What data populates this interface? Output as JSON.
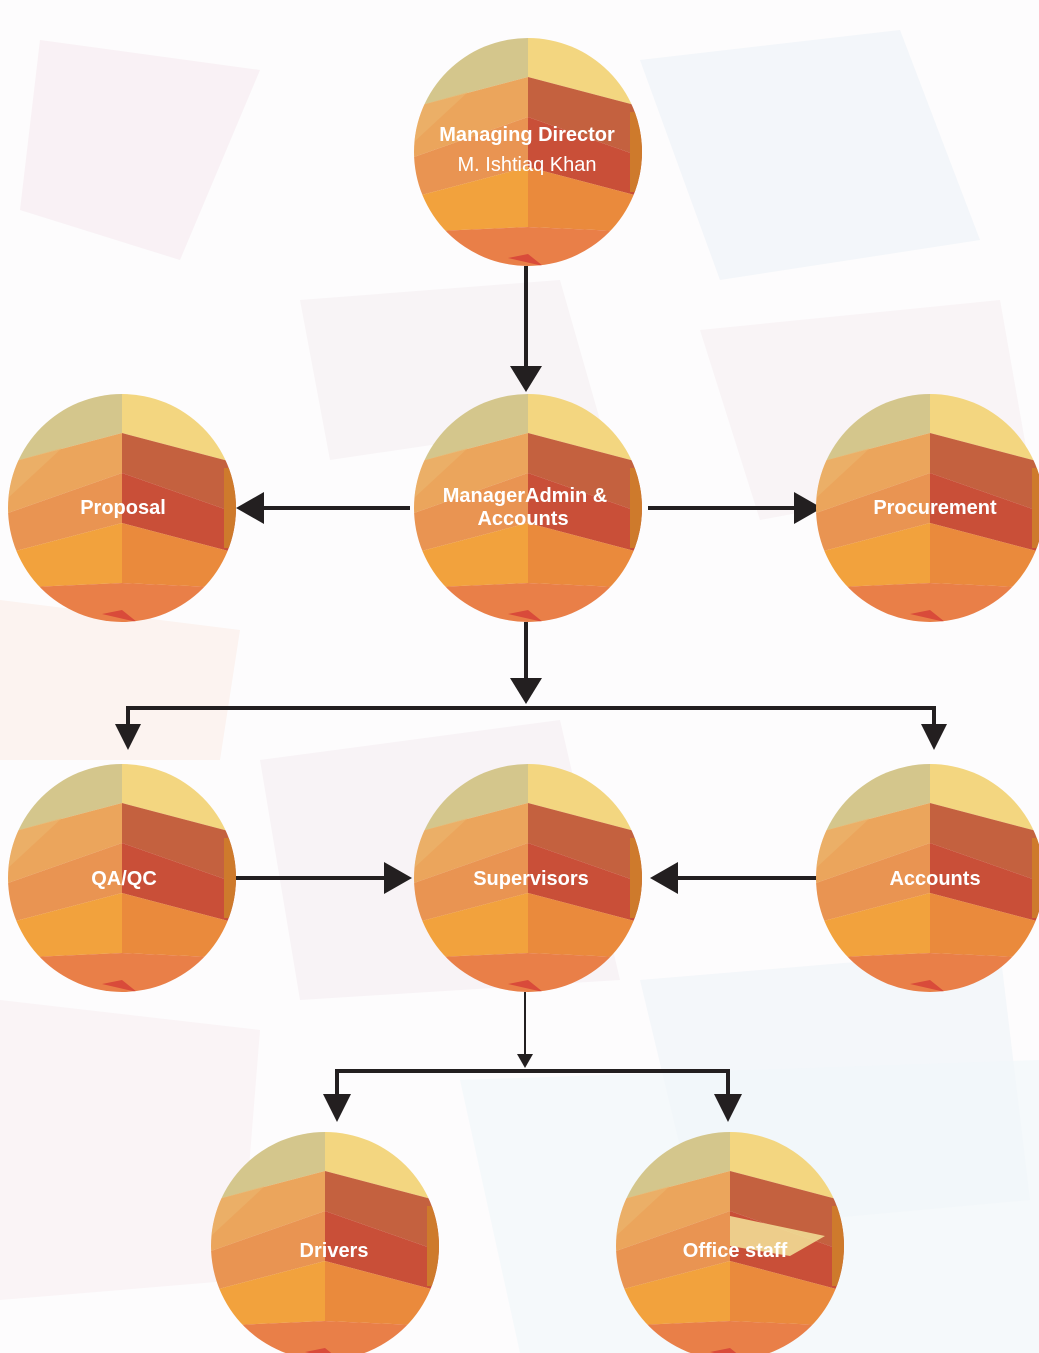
{
  "org_chart": {
    "colors": {
      "line": "#231f20",
      "text": "#ffffff",
      "circle_palette": [
        "#d4c68c",
        "#f3d680",
        "#ebb66e",
        "#eba55c",
        "#c4613f",
        "#c94f38",
        "#e99452",
        "#f2a23d",
        "#ea8a3c",
        "#e97f48",
        "#d94b3a",
        "#ce7a2c"
      ]
    },
    "nodes": {
      "managing_director": {
        "title": "Managing Director",
        "subtitle": "M. Ishtiaq Khan"
      },
      "manager_admin": {
        "title_line1": "ManagerAdmin &",
        "title_line2": "Accounts"
      },
      "proposal": {
        "title": "Proposal"
      },
      "procurement": {
        "title": "Procurement"
      },
      "qa_qc": {
        "title": "QA/QC"
      },
      "supervisors": {
        "title": "Supervisors"
      },
      "accounts": {
        "title": "Accounts"
      },
      "drivers": {
        "title": "Drivers"
      },
      "office_staff": {
        "title": "Office staff"
      }
    }
  }
}
